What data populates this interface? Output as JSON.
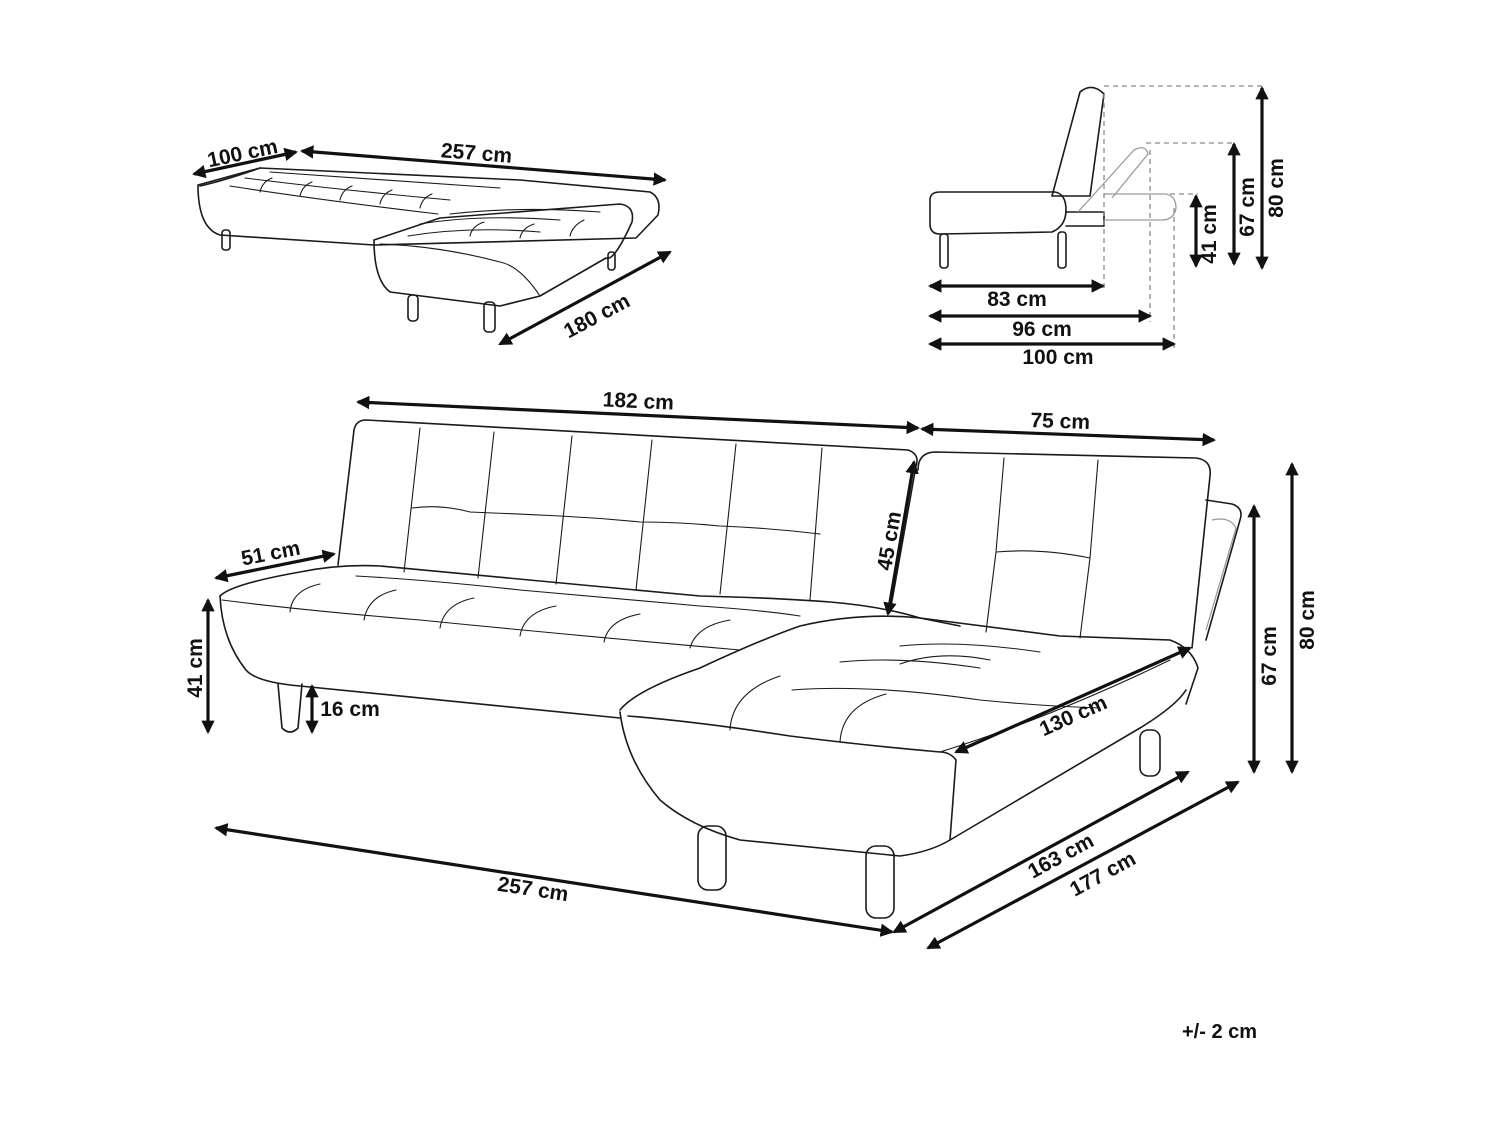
{
  "top_left_view": {
    "depth": "100 cm",
    "width": "257  cm",
    "chaise_length": "180 cm"
  },
  "side_view": {
    "height_back": "80 cm",
    "height_mid": "67 cm",
    "height_seat": "41 cm",
    "depth_upright": "83 cm",
    "depth_mid": "96 cm",
    "depth_flat": "100 cm"
  },
  "main_view": {
    "sofa_width": "182 cm",
    "chaise_width": "75 cm",
    "seat_depth": "51 cm",
    "back_height": "45 cm",
    "seat_height": "41 cm",
    "leg_height": "16 cm",
    "chaise_seat_length": "130 cm",
    "height_mid": "67 cm",
    "height_total": "80 cm",
    "total_width": "257  cm",
    "chaise_length_inner": "163 cm",
    "chaise_length_outer": "177 cm"
  },
  "tolerance": "+/- 2 cm",
  "colors": {
    "line": "#1a1a1a",
    "dimension": "#111111",
    "guide": "#8c8c8c",
    "background": "#ffffff"
  }
}
